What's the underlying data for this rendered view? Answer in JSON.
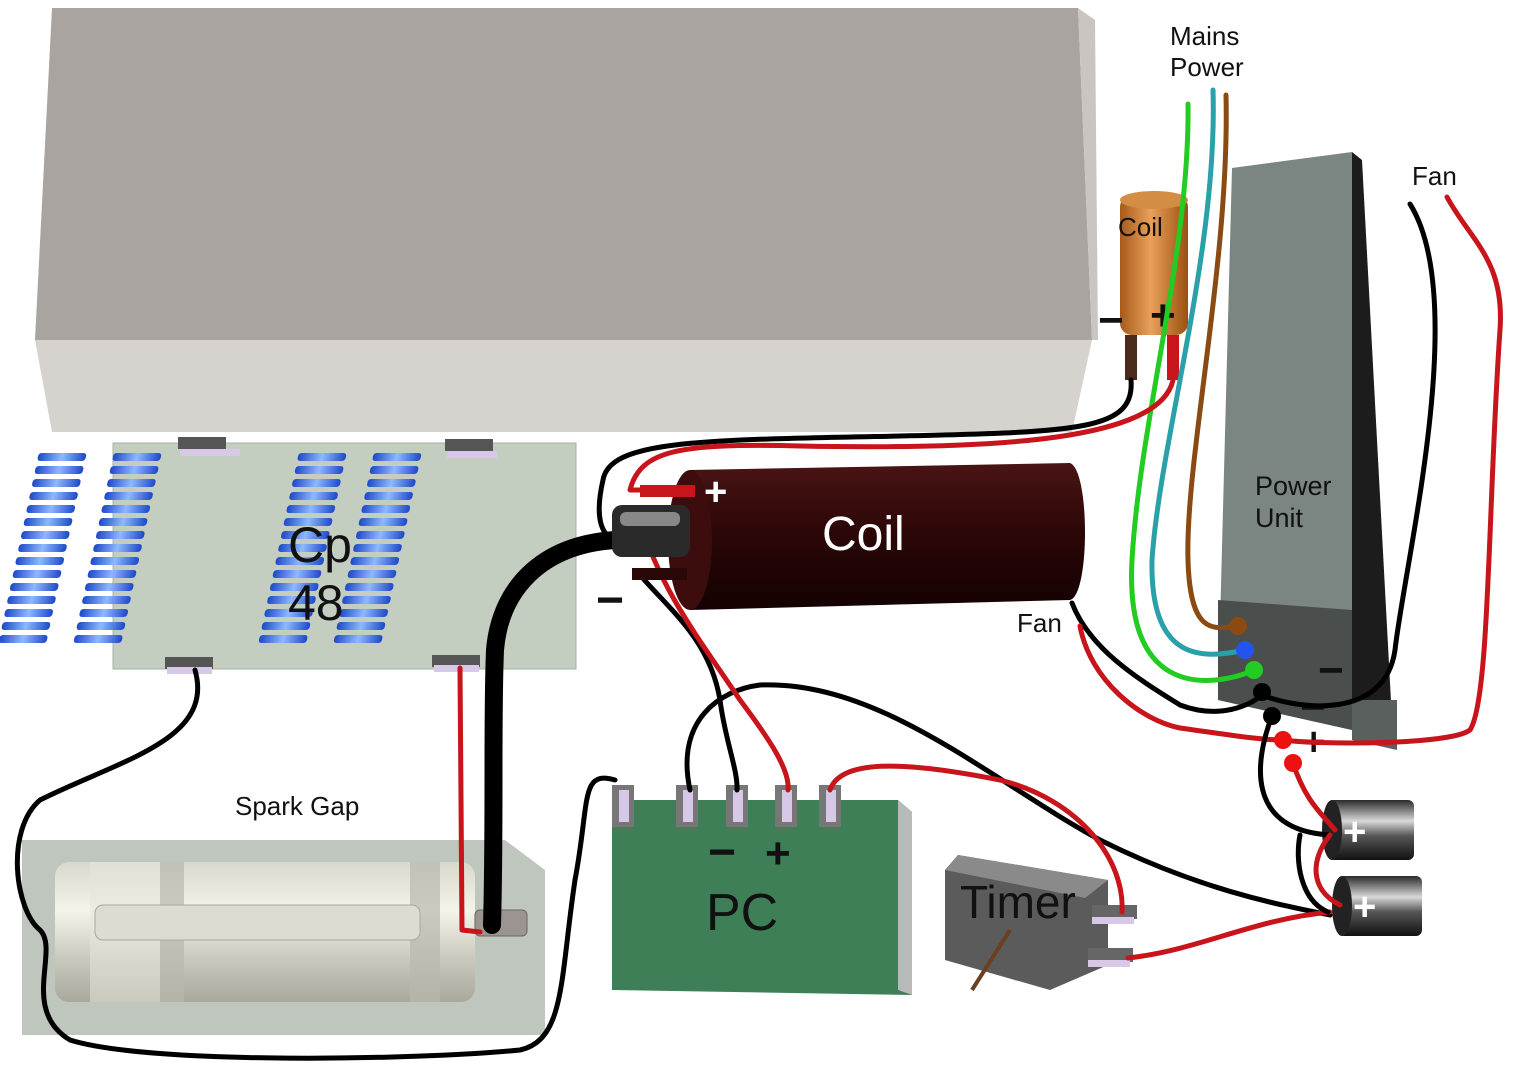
{
  "labels": {
    "mains_line1": "Mains",
    "mains_line2": "Power",
    "fan_top": "Fan",
    "small_coil": "Coil",
    "small_coil_minus": "−",
    "small_coil_plus": "+",
    "big_coil": "Coil",
    "big_coil_plus": "+",
    "big_coil_minus": "−",
    "fan_coil": "Fan",
    "cp_line1": "Cp",
    "cp_line2": "48",
    "power_line1": "Power",
    "power_line2": "Unit",
    "pu_minus1": "−",
    "pu_minus2": "−",
    "pu_plus": "+",
    "spark_gap": "Spark Gap",
    "pc": "PC",
    "pc_minus": "−",
    "pc_plus": "+",
    "timer": "Timer",
    "battery1_plus": "+",
    "battery2_plus": "+"
  },
  "colors": {
    "wire_black": "#000000",
    "wire_red": "#c8141b",
    "wire_green": "#22cc22",
    "wire_teal": "#2aa0a8",
    "wire_brown": "#8a4a12",
    "cabinet": "#a8a4a0",
    "pc_board": "#3f7f57",
    "coil_body": "#2a0808",
    "power_unit": "#7b8582",
    "cp_board": "#c3cdc0",
    "spring": "#3a6fe0"
  }
}
